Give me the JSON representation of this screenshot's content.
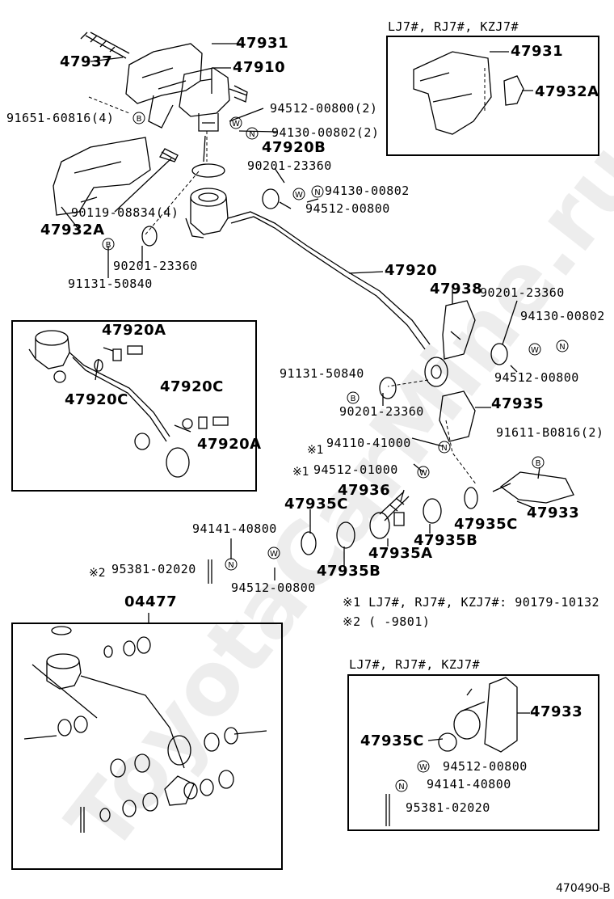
{
  "main": {
    "p47937": "47937",
    "p47931": "47931",
    "p47910": "47910",
    "p91651": "91651-60816(4)",
    "p94512_2": "94512-00800(2)",
    "p94130_2": "94130-00802(2)",
    "p47920B": "47920B",
    "p90201_a": "90201-23360",
    "p94130_a": "94130-00802",
    "p94512_a": "94512-00800",
    "p90119": "90119-08834(4)",
    "p47932A": "47932A",
    "p90201_b": "90201-23360",
    "p91131_a": "91131-50840",
    "p47920": "47920",
    "p47938": "47938",
    "p90201_c": "90201-23360",
    "p94130_b": "94130-00802",
    "p94512_b": "94512-00800",
    "p91131_b": "91131-50840",
    "p90201_d": "90201-23360",
    "p47935": "47935",
    "p94110": "94110-41000",
    "p91611": "91611-B0816(2)",
    "p94512_01000": "94512-01000",
    "p47936": "47936",
    "p47933": "47933",
    "p47935C_a": "47935C",
    "p47935C_b": "47935C",
    "p94141": "94141-40800",
    "p47935A": "47935A",
    "p47935B_a": "47935B",
    "p47935B_b": "47935B",
    "p95381": "95381-02020",
    "p94512_c": "94512-00800",
    "p04477": "04477",
    "mark1a": "※1",
    "mark1b": "※1",
    "mark2": "※2"
  },
  "inset_top": {
    "title": "LJ7#, RJ7#, KZJ7#",
    "p47931": "47931",
    "p47932A": "47932A"
  },
  "inset_left": {
    "p47920A_a": "47920A",
    "p47920C_a": "47920C",
    "p47920C_b": "47920C",
    "p47920A_b": "47920A"
  },
  "notes": {
    "note1": "※1 LJ7#, RJ7#, KZJ7#: 90179-10132",
    "note2": "※2 (       -9801)"
  },
  "inset_bottom": {
    "title": "LJ7#, RJ7#, KZJ7#",
    "p47933": "47933",
    "p47935C": "47935C",
    "p94512": "94512-00800",
    "p94141": "94141-40800",
    "p95381": "95381-02020"
  },
  "symbols": {
    "W": "W",
    "N": "N",
    "B": "B"
  },
  "watermark": "ToyotaCarMine.ru",
  "figure_ref": "470490-B"
}
